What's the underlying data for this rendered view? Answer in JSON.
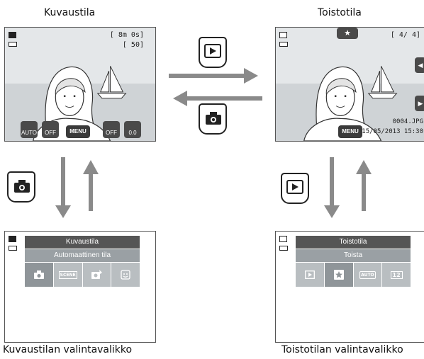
{
  "captions": {
    "shooting_mode": "Kuvaustila",
    "playback_mode": "Toistotila",
    "shooting_menu": "Kuvaustilan valintavalikko",
    "playback_menu": "Toistotilan valintavalikko"
  },
  "shooting_screen": {
    "frames_top": "[  8m 0s]",
    "frames_bottom": "[  50]",
    "buttons": [
      "AUTO",
      "OFF",
      "MENU",
      "OFF",
      "0.0"
    ]
  },
  "playback_screen": {
    "counter": "[  4/  4]",
    "file": "0004.JPG",
    "datetime": "15/05/2013 15:30",
    "menu_label": "MENU"
  },
  "shooting_menu": {
    "title": "Kuvaustila",
    "selected": "Automaattinen tila",
    "icons": [
      "camera-icon",
      "scene-icon",
      "smart-portrait-icon",
      "smile-icon"
    ],
    "icon_texts": [
      "",
      "SCENE",
      "",
      ""
    ]
  },
  "playback_menu": {
    "title": "Toistotila",
    "selected": "Toista",
    "icons": [
      "play-icon",
      "favorites-icon",
      "auto-sort-icon",
      "list-by-date-icon"
    ],
    "icon_texts": [
      "",
      "",
      "AUTO",
      "12"
    ]
  },
  "colors": {
    "arrow": "#8a8a8a",
    "screen_border": "#555555",
    "menu_header": "#555555"
  }
}
